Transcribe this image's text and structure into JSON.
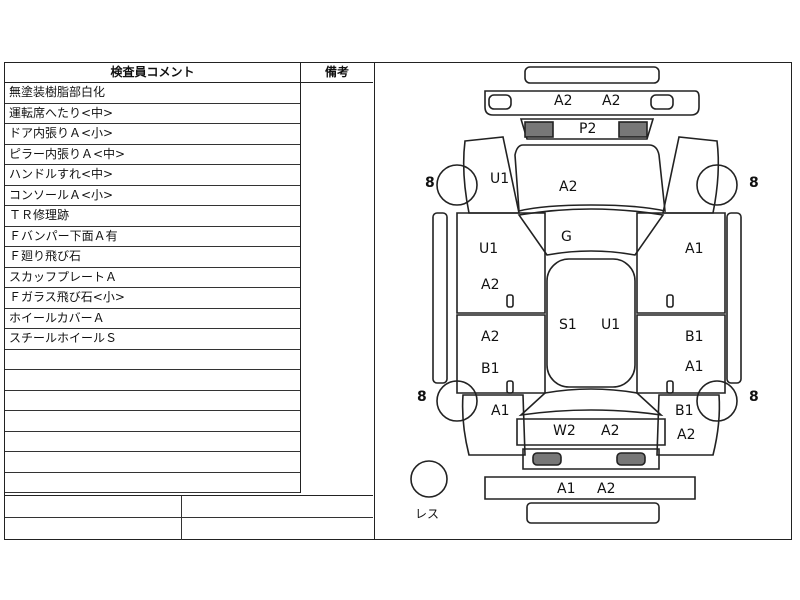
{
  "sheet": {
    "comment_header": "検査員コメント",
    "notes_header": "備考",
    "comments": [
      "無塗装樹脂部白化",
      "運転席へたり<中>",
      "ドア内張りＡ<小>",
      "ピラー内張りＡ<中>",
      "ハンドルすれ<中>",
      "コンソールＡ<小>",
      "ＴＲ修理跡",
      "Ｆバンパー下面Ａ有",
      "Ｆ廻り飛び石",
      "スカッフプレートＡ",
      "Ｆガラス飛び石<小>",
      "ホイールカバーＡ",
      "スチールホイールＳ",
      "",
      "",
      "",
      "",
      "",
      "",
      ""
    ]
  },
  "diagram": {
    "codes": {
      "front_bumper_left": "A2",
      "front_bumper_right": "A2",
      "front_grille": "P2",
      "left_front_fender": "U1",
      "hood": "A2",
      "windshield": "G",
      "left_front_door_1": "U1",
      "left_front_door_2": "A2",
      "right_front_door": "A1",
      "roof_left": "S1",
      "roof_right": "U1",
      "left_rear_door_1": "A2",
      "left_rear_door_2": "B1",
      "right_rear_door_1": "B1",
      "right_rear_door_2": "A1",
      "left_rear_fender": "A1",
      "right_rear_fender_1": "B1",
      "right_rear_fender_2": "A2",
      "trunk_left": "W2",
      "trunk_right": "A2",
      "rear_bumper_left": "A1",
      "rear_bumper_right": "A2"
    },
    "tyres": {
      "front_left": "8",
      "front_right": "8",
      "rear_left": "8",
      "rear_right": "8"
    },
    "spare_label": "レス"
  }
}
